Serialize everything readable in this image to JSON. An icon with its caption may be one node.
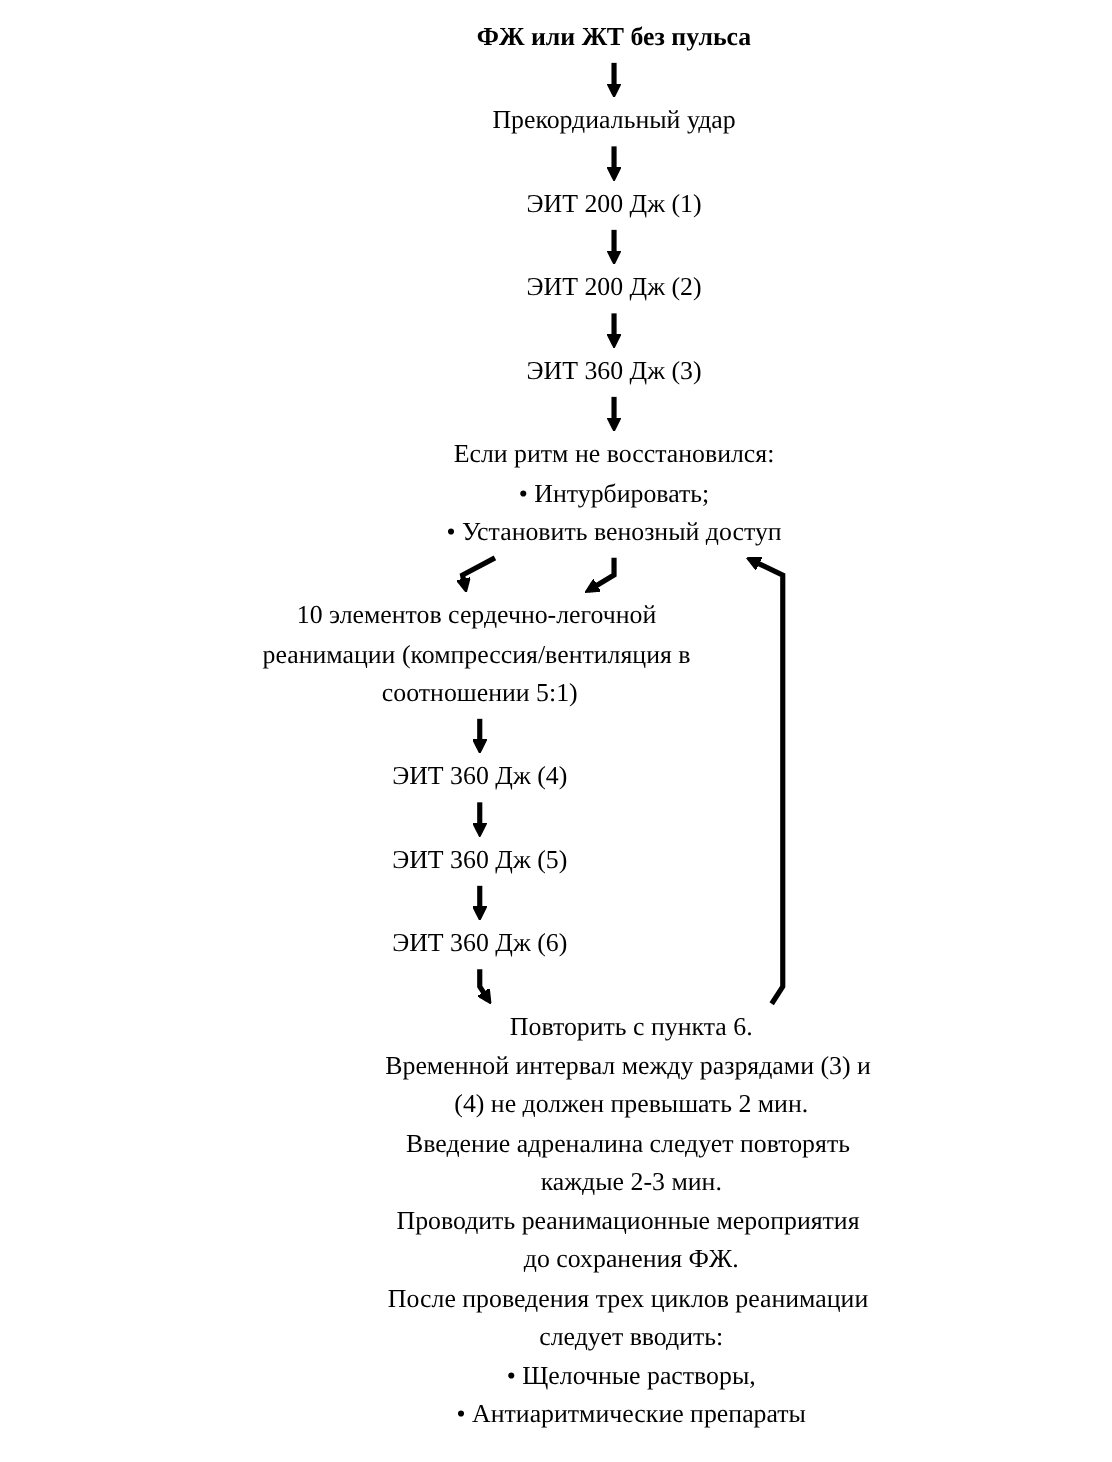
{
  "diagram": {
    "nodes": [
      {
        "text": [
          "ФЖ или ЖТ без пульса"
        ]
      },
      {
        "text": [
          "Прекордиальный удар"
        ]
      },
      {
        "text": [
          "ЭИТ 200 Дж (1)"
        ]
      },
      {
        "text": [
          "ЭИТ 200 Дж (2)"
        ]
      },
      {
        "text": [
          "ЭИТ 360 Дж (3)"
        ]
      },
      {
        "text": [
          "Если ритм не восстановился:",
          "• Интурбировать;",
          "• Установить венозный доступ"
        ]
      },
      {
        "text": [
          "10 элементов сердечно-легочной реанимации (компрессия/вентиляция в соотношении 5:1)"
        ]
      },
      {
        "text": [
          "ЭИТ 360 Дж (4)"
        ]
      },
      {
        "text": [
          "ЭИТ 360 Дж (5)"
        ]
      },
      {
        "text": [
          "ЭИТ 360 Дж (6)"
        ]
      },
      {
        "text": [
          "Повторить с пункта 6.",
          "Временной интервал между разрядами (3) и (4) не должен превышать 2 мин.",
          "Введение адреналина следует повторять каждые 2-3 мин.",
          "Проводить реанимационные мероприятия до сохранения ФЖ.",
          "После проведения трех циклов реанимации следует вводить:",
          "• Щелочные растворы,",
          "• Антиаритмические препараты"
        ]
      }
    ],
    "edges": [
      {
        "from": 0,
        "to": 1,
        "arrow": "to"
      },
      {
        "from": 1,
        "to": 2,
        "arrow": "to"
      },
      {
        "from": 2,
        "to": 3,
        "arrow": "to"
      },
      {
        "from": 3,
        "to": 4,
        "arrow": "to"
      },
      {
        "from": 4,
        "to": 5,
        "arrow": "to"
      },
      {
        "from": 5,
        "to": 6,
        "arrow": "to"
      },
      {
        "from": 5,
        "to": 6,
        "arrow": "to"
      },
      {
        "from": 6,
        "to": 7,
        "arrow": "to"
      },
      {
        "from": 7,
        "to": 8,
        "arrow": "to"
      },
      {
        "from": 8,
        "to": 9,
        "arrow": "to"
      },
      {
        "from": 9,
        "to": 10,
        "arrow": "to"
      },
      {
        "from": 10,
        "to": 5,
        "arrow": "to"
      }
    ]
  }
}
